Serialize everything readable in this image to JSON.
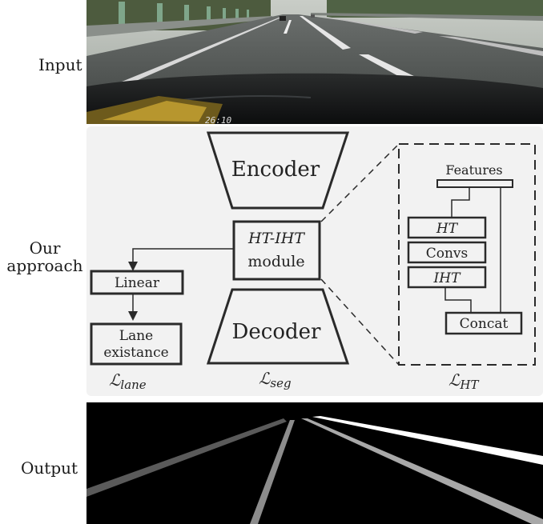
{
  "rows": {
    "input_label": "Input",
    "approach_label_line1": "Our",
    "approach_label_line2": "approach",
    "output_label": "Output"
  },
  "diagram": {
    "encoder": "Encoder",
    "decoder": "Decoder",
    "module_line1": "HT-IHT",
    "module_line2": "module",
    "linear": "Linear",
    "lane_line1": "Lane",
    "lane_line2": "existance",
    "loss_lane": "ℒ",
    "loss_lane_sub": "lane",
    "loss_seg": "ℒ",
    "loss_seg_sub": "seg",
    "loss_ht": "ℒ",
    "loss_ht_sub": "HT",
    "features": "Features",
    "ht": "HT",
    "convs": "Convs",
    "iht": "IHT",
    "concat": "Concat"
  },
  "camera": {
    "timestamp": "26:10"
  },
  "colors": {
    "panel_bg": "#f2f2f2",
    "stroke": "#2a2a2a",
    "lane_dark": "#5a5a5a",
    "lane_mid": "#8c8c8c",
    "lane_light": "#a8a8a8",
    "lane_white": "#ffffff"
  }
}
